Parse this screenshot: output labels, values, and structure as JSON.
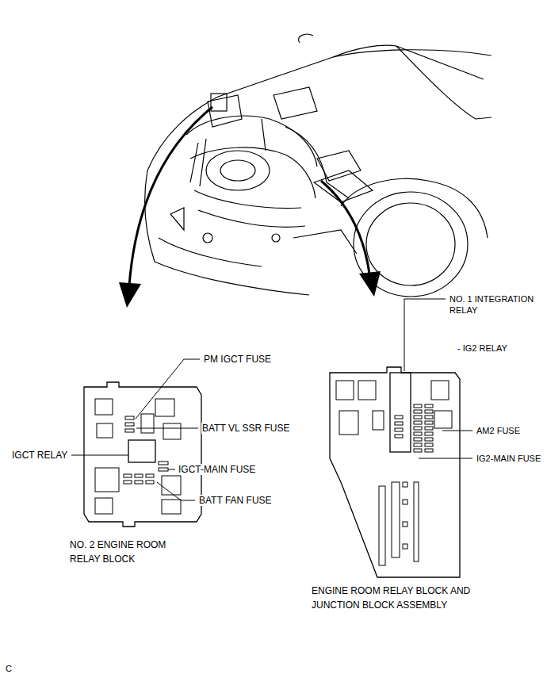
{
  "diagram": {
    "nodes": [
      {
        "text": [
          "NO. 2 ENGINE ROOM RELAY BLOCK"
        ]
      },
      {
        "text": [
          "ENGINE ROOM RELAY BLOCK AND JUNCTION BLOCK ASSEMBLY"
        ]
      }
    ],
    "labels": [
      "PM IGCT FUSE",
      "BATT VL SSR FUSE",
      "IGCT RELAY",
      "IGCT-MAIN FUSE",
      "BATT FAN FUSE",
      "NO. 1 INTEGRATION RELAY",
      "- IG2 RELAY",
      "AM2 FUSE",
      "IG2-MAIN FUSE",
      "C"
    ]
  }
}
